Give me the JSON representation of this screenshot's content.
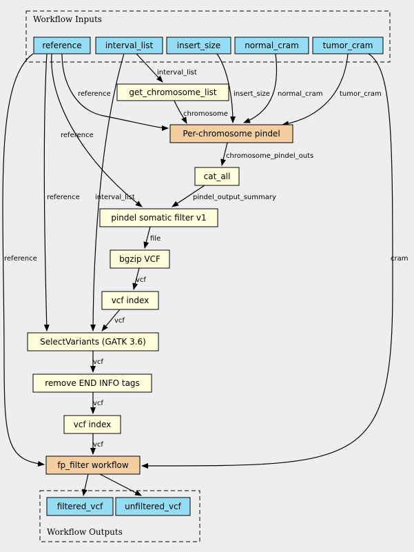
{
  "colors": {
    "background": "#eeeeee",
    "io_node": "#94ddf4",
    "step_node": "#ffffdd",
    "subworkflow_node": "#f3cea1"
  },
  "clusters": {
    "inputs": {
      "label": "Workflow Inputs"
    },
    "outputs": {
      "label": "Workflow Outputs"
    }
  },
  "nodes": [
    {
      "id": "reference",
      "label": "reference",
      "kind": "io"
    },
    {
      "id": "interval_list",
      "label": "interval_list",
      "kind": "io"
    },
    {
      "id": "insert_size",
      "label": "insert_size",
      "kind": "io"
    },
    {
      "id": "normal_cram",
      "label": "normal_cram",
      "kind": "io"
    },
    {
      "id": "tumor_cram",
      "label": "tumor_cram",
      "kind": "io"
    },
    {
      "id": "get_chromosome_list",
      "label": "get_chromosome_list",
      "kind": "step"
    },
    {
      "id": "per_chromosome_pindel",
      "label": "Per-chromosome pindel",
      "kind": "subworkflow"
    },
    {
      "id": "cat_all",
      "label": "cat_all",
      "kind": "step"
    },
    {
      "id": "pindel_somatic_filter",
      "label": "pindel somatic filter v1",
      "kind": "step"
    },
    {
      "id": "bgzip_vcf",
      "label": "bgzip VCF",
      "kind": "step"
    },
    {
      "id": "vcf_index_1",
      "label": "vcf index",
      "kind": "step"
    },
    {
      "id": "select_variants",
      "label": "SelectVariants (GATK 3.6)",
      "kind": "step"
    },
    {
      "id": "remove_end_tags",
      "label": "remove END INFO tags",
      "kind": "step"
    },
    {
      "id": "vcf_index_2",
      "label": "vcf index",
      "kind": "step"
    },
    {
      "id": "fp_filter",
      "label": "fp_filter workflow",
      "kind": "subworkflow"
    },
    {
      "id": "filtered_vcf",
      "label": "filtered_vcf",
      "kind": "io"
    },
    {
      "id": "unfiltered_vcf",
      "label": "unfiltered_vcf",
      "kind": "io"
    }
  ],
  "edges": [
    {
      "from": "interval_list",
      "to": "get_chromosome_list",
      "label": "interval_list"
    },
    {
      "from": "reference",
      "to": "per_chromosome_pindel",
      "label": "reference"
    },
    {
      "from": "get_chromosome_list",
      "to": "per_chromosome_pindel",
      "label": "chromosome"
    },
    {
      "from": "insert_size",
      "to": "per_chromosome_pindel",
      "label": "insert_size"
    },
    {
      "from": "normal_cram",
      "to": "per_chromosome_pindel",
      "label": "normal_cram"
    },
    {
      "from": "tumor_cram",
      "to": "per_chromosome_pindel",
      "label": "tumor_cram"
    },
    {
      "from": "per_chromosome_pindel",
      "to": "cat_all",
      "label": "chromosome_pindel_outs"
    },
    {
      "from": "reference",
      "to": "pindel_somatic_filter",
      "label": "reference"
    },
    {
      "from": "cat_all",
      "to": "pindel_somatic_filter",
      "label": "pindel_output_summary"
    },
    {
      "from": "pindel_somatic_filter",
      "to": "bgzip_vcf",
      "label": "file"
    },
    {
      "from": "bgzip_vcf",
      "to": "vcf_index_1",
      "label": "vcf"
    },
    {
      "from": "reference",
      "to": "select_variants",
      "label": "reference"
    },
    {
      "from": "interval_list",
      "to": "select_variants",
      "label": "interval_list"
    },
    {
      "from": "vcf_index_1",
      "to": "select_variants",
      "label": "vcf"
    },
    {
      "from": "select_variants",
      "to": "remove_end_tags",
      "label": "vcf"
    },
    {
      "from": "remove_end_tags",
      "to": "vcf_index_2",
      "label": "vcf"
    },
    {
      "from": "reference",
      "to": "fp_filter",
      "label": "reference"
    },
    {
      "from": "vcf_index_2",
      "to": "fp_filter",
      "label": "vcf"
    },
    {
      "from": "tumor_cram",
      "to": "fp_filter",
      "label": "cram"
    },
    {
      "from": "fp_filter",
      "to": "filtered_vcf",
      "label": ""
    },
    {
      "from": "fp_filter",
      "to": "unfiltered_vcf",
      "label": ""
    }
  ]
}
